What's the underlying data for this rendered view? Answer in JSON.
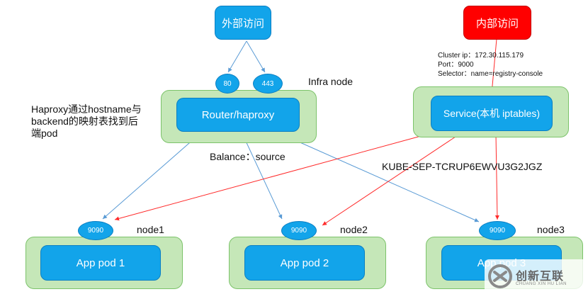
{
  "external_access": "外部访问",
  "internal_access": "内部访问",
  "ports": {
    "p80": "80",
    "p443": "443",
    "p9090": "9090"
  },
  "infra_node": "Infra node",
  "router_label": "Router/haproxy",
  "haproxy_note": [
    "Haproxy通过hostname与",
    "backend的映射表找到后",
    "端pod"
  ],
  "balance_label": "Balance：source",
  "service_info": [
    "Cluster ip：172.30.115.179",
    "Port：9000",
    "Selector：name=registry-console"
  ],
  "service_label": "Service(本机 iptables)",
  "kube_sep": "KUBE-SEP-TCRUP6EWVU3G2JGZ",
  "nodes": [
    {
      "name": "node1",
      "app": "App pod 1"
    },
    {
      "name": "node2",
      "app": "App pod 2"
    },
    {
      "name": "node3",
      "app": "App pod 3"
    }
  ],
  "watermark": {
    "name": "创新互联",
    "sub": "CHUANG XIN HU LIAN"
  },
  "colors": {
    "blue": "#12a4ea",
    "green": "#c5e7b8",
    "red": "#ff0000",
    "line_blue": "#5a9bd5",
    "line_red": "#ff2a2a"
  }
}
